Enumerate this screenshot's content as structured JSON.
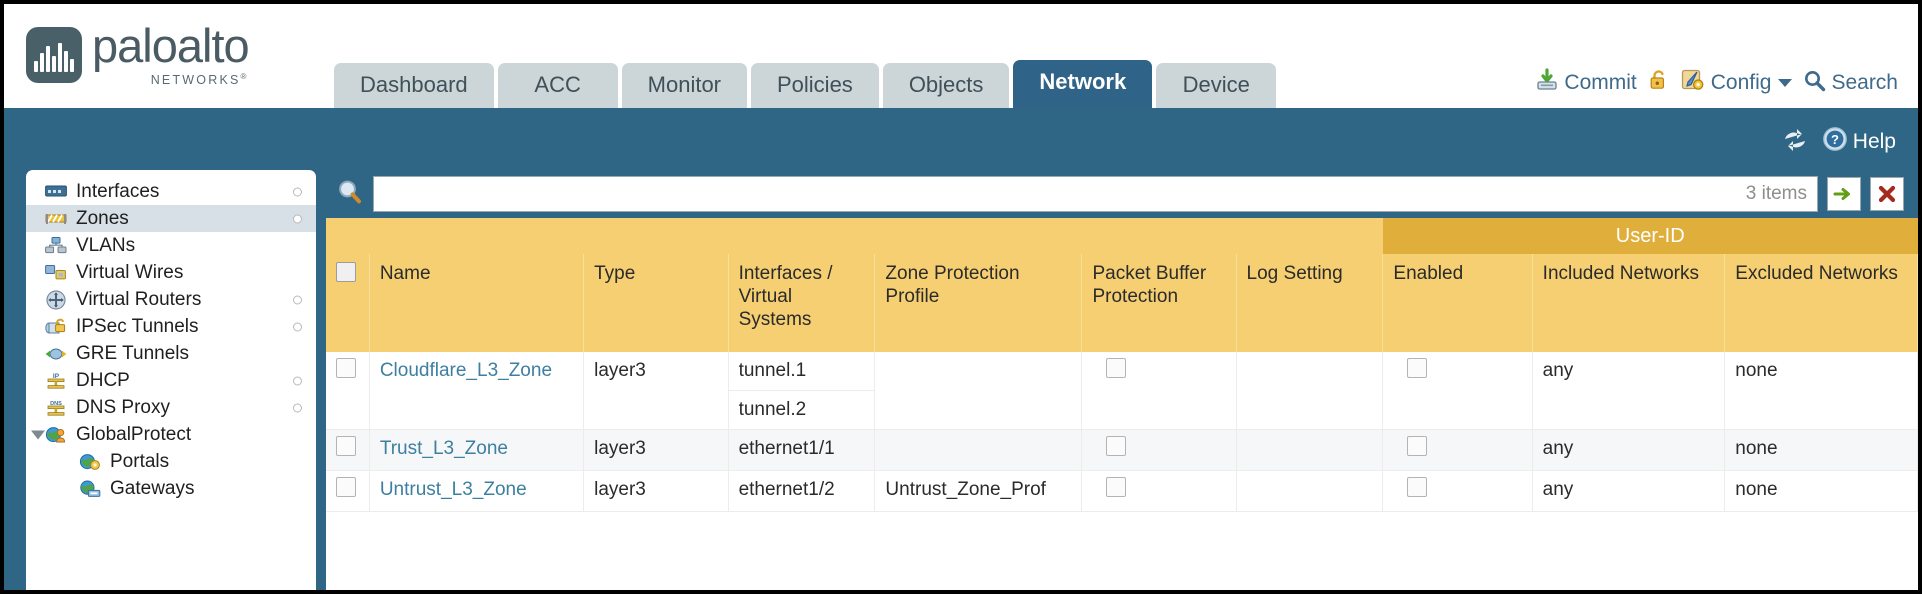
{
  "brand": {
    "name": "paloalto",
    "sub": "NETWORKS",
    "reg": "®"
  },
  "nav": {
    "tabs": [
      {
        "label": "Dashboard",
        "active": false
      },
      {
        "label": "ACC",
        "active": false
      },
      {
        "label": "Monitor",
        "active": false
      },
      {
        "label": "Policies",
        "active": false
      },
      {
        "label": "Objects",
        "active": false
      },
      {
        "label": "Network",
        "active": true
      },
      {
        "label": "Device",
        "active": false
      }
    ]
  },
  "header_actions": {
    "commit": "Commit",
    "commit_icon": "commit-save-icon",
    "lock_icon": "lock-icon",
    "config": "Config",
    "config_icon": "config-wrench-icon",
    "config_caret": "chevron-down-icon",
    "search": "Search",
    "search_icon": "search-icon"
  },
  "bluebar": {
    "refresh_icon": "refresh-icon",
    "help": "Help",
    "help_icon": "help-question-icon"
  },
  "sidebar": {
    "items": [
      {
        "label": "Interfaces",
        "icon": "interfaces-icon",
        "selected": false,
        "dot": true,
        "child": false,
        "expander": false
      },
      {
        "label": "Zones",
        "icon": "zones-icon",
        "selected": true,
        "dot": true,
        "child": false,
        "expander": false
      },
      {
        "label": "VLANs",
        "icon": "vlans-icon",
        "selected": false,
        "dot": false,
        "child": false,
        "expander": false
      },
      {
        "label": "Virtual Wires",
        "icon": "virtual-wires-icon",
        "selected": false,
        "dot": false,
        "child": false,
        "expander": false
      },
      {
        "label": "Virtual Routers",
        "icon": "virtual-routers-icon",
        "selected": false,
        "dot": true,
        "child": false,
        "expander": false
      },
      {
        "label": "IPSec Tunnels",
        "icon": "ipsec-tunnels-icon",
        "selected": false,
        "dot": true,
        "child": false,
        "expander": false
      },
      {
        "label": "GRE Tunnels",
        "icon": "gre-tunnels-icon",
        "selected": false,
        "dot": false,
        "child": false,
        "expander": false
      },
      {
        "label": "DHCP",
        "icon": "dhcp-icon",
        "selected": false,
        "dot": true,
        "child": false,
        "expander": false
      },
      {
        "label": "DNS Proxy",
        "icon": "dns-proxy-icon",
        "selected": false,
        "dot": true,
        "child": false,
        "expander": false
      },
      {
        "label": "GlobalProtect",
        "icon": "globalprotect-icon",
        "selected": false,
        "dot": false,
        "child": false,
        "expander": true
      },
      {
        "label": "Portals",
        "icon": "portals-icon",
        "selected": false,
        "dot": false,
        "child": true,
        "expander": false
      },
      {
        "label": "Gateways",
        "icon": "gateways-icon",
        "selected": false,
        "dot": false,
        "child": true,
        "expander": false
      }
    ]
  },
  "search": {
    "value": "",
    "placeholder": "",
    "icon": "search-icon",
    "items_count": "3 items",
    "apply_icon": "green-arrow-apply-icon",
    "clear_icon": "red-x-clear-icon"
  },
  "table": {
    "group_header": "User-ID",
    "columns": [
      "Name",
      "Type",
      "Interfaces / Virtual Systems",
      "Zone Protection Profile",
      "Packet Buffer Protection",
      "Log Setting",
      "Enabled",
      "Included Networks",
      "Excluded Networks"
    ],
    "rows": [
      {
        "name": "Cloudflare_L3_Zone",
        "type": "layer3",
        "interfaces": [
          "tunnel.1",
          "tunnel.2"
        ],
        "zone_protection_profile": "",
        "packet_buffer_protection": false,
        "log_setting": "",
        "userid_enabled": false,
        "included_networks": "any",
        "excluded_networks": "none",
        "alt": false
      },
      {
        "name": "Trust_L3_Zone",
        "type": "layer3",
        "interfaces": [
          "ethernet1/1"
        ],
        "zone_protection_profile": "",
        "packet_buffer_protection": false,
        "log_setting": "",
        "userid_enabled": false,
        "included_networks": "any",
        "excluded_networks": "none",
        "alt": true
      },
      {
        "name": "Untrust_L3_Zone",
        "type": "layer3",
        "interfaces": [
          "ethernet1/2"
        ],
        "zone_protection_profile": "Untrust_Zone_Prof",
        "packet_buffer_protection": false,
        "log_setting": "",
        "userid_enabled": false,
        "included_networks": "any",
        "excluded_networks": "none",
        "alt": false
      }
    ]
  },
  "colors": {
    "header_blue": "#2f6686",
    "active_tab": "#2f6387",
    "tab_grey": "#ccd6d8",
    "table_header_amber": "#f5cf72",
    "group_header_amber": "#e0ae3b",
    "link_blue": "#3d7fa0"
  }
}
